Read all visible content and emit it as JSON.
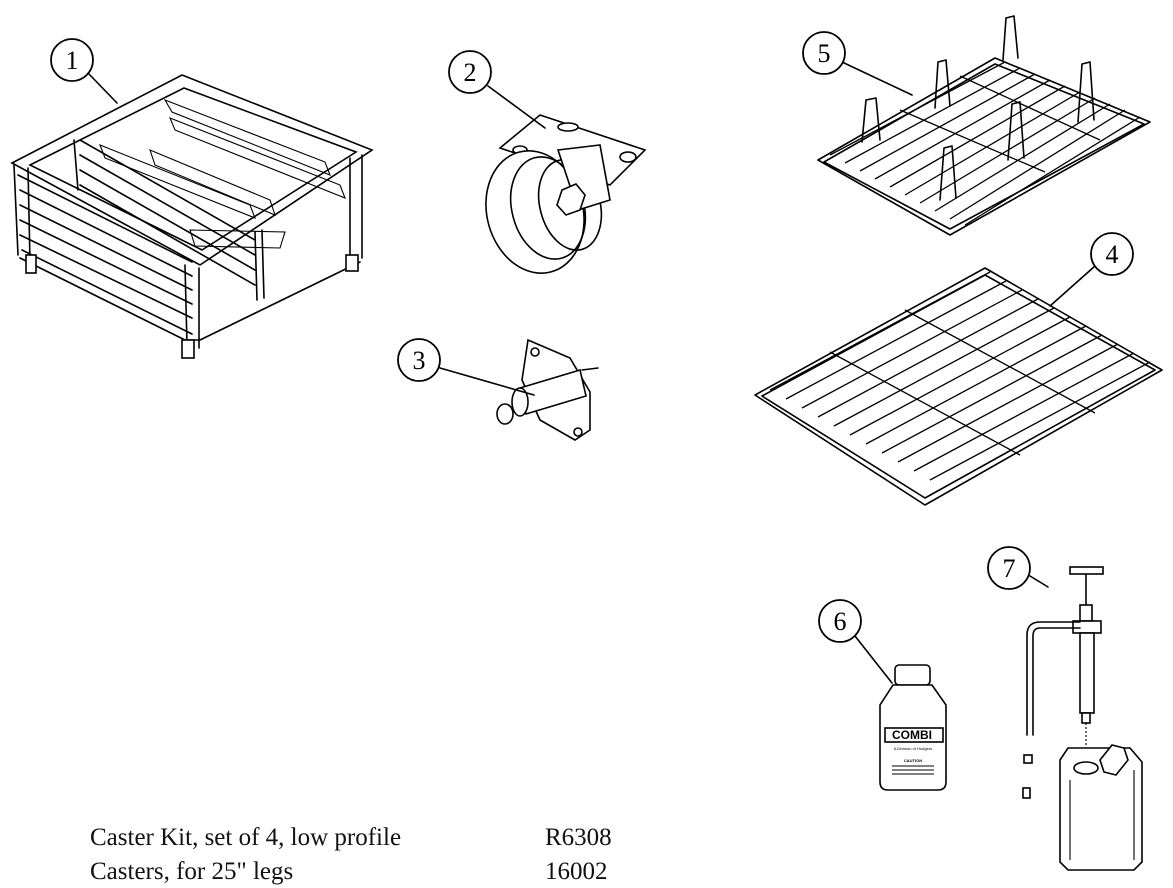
{
  "callouts": [
    "1",
    "2",
    "3",
    "4",
    "5",
    "6",
    "7"
  ],
  "bottle": {
    "brand": "COMBI",
    "subline": "A Division of Hodgers",
    "caution_title": "CAUTION"
  },
  "parts_list": [
    {
      "description": "Caster Kit, set of 4, low profile",
      "part_number": "R6308"
    },
    {
      "description": "Casters, for 25\" legs",
      "part_number": "16002"
    }
  ],
  "colors": {
    "ink": "#000000",
    "paper": "#ffffff"
  }
}
